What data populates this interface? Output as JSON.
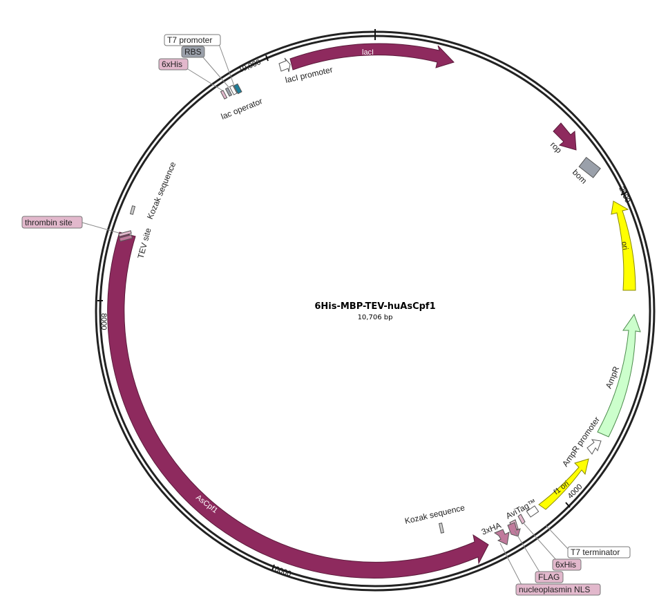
{
  "plasmid": {
    "name": "6His-MBP-TEV-huAsCpf1",
    "length_label": "10,706 bp",
    "length_bp": 10706
  },
  "ticks": [
    {
      "bp": 2000,
      "label": "2000"
    },
    {
      "bp": 4000,
      "label": "4000"
    },
    {
      "bp": 6000,
      "label": "6000"
    },
    {
      "bp": 8000,
      "label": "8000"
    },
    {
      "bp": 10000,
      "label": "10,000"
    }
  ],
  "features": {
    "lacI": {
      "label": "lacI",
      "color": "#8e2a5e"
    },
    "lacI_promoter": {
      "label": "lacI promoter",
      "color": "#ffffff"
    },
    "rop": {
      "label": "rop",
      "color": "#8e2a5e"
    },
    "bom": {
      "label": "bom",
      "color": "#9aa0aa"
    },
    "ori": {
      "label": "ori",
      "color": "#ffff00"
    },
    "AmpR": {
      "label": "AmpR",
      "color": "#ccffcc"
    },
    "AmpR_promoter": {
      "label": "AmpR promoter",
      "color": "#ffffff"
    },
    "f1_ori": {
      "label": "f1 ori",
      "color": "#ffff00"
    },
    "T7_terminator": {
      "label": "T7 terminator",
      "color": "#ffffff"
    },
    "six_his_bottom": {
      "label": "6xHis",
      "color": "#e2b8cc"
    },
    "FLAG": {
      "label": "FLAG",
      "color": "#e2b8cc"
    },
    "nucleoplasmin_NLS": {
      "label": "nucleoplasmin NLS",
      "color": "#e2b8cc"
    },
    "AviTag": {
      "label": "AviTag™",
      "color": "#c07a9c"
    },
    "three_HA": {
      "label": "3xHA",
      "color": "#c07a9c"
    },
    "Kozak_bottom": {
      "label": "Kozak sequence",
      "color": "#cccccc"
    },
    "AsCpf1": {
      "label": "AsCpf1",
      "color": "#8e2a5e"
    },
    "thrombin_site": {
      "label": "thrombin site",
      "color": "#e2b8cc"
    },
    "TEV_site": {
      "label": "TEV site",
      "color": "#c07a9c"
    },
    "Kozak_top": {
      "label": "Kozak sequence",
      "color": "#cccccc"
    },
    "T7_promoter": {
      "label": "T7 promoter",
      "color": "#ffffff"
    },
    "RBS": {
      "label": "RBS",
      "color": "#9aa0aa"
    },
    "six_his_top": {
      "label": "6xHis",
      "color": "#e2b8cc"
    },
    "lac_operator": {
      "label": "lac operator",
      "color": "#1f7f9a"
    }
  }
}
